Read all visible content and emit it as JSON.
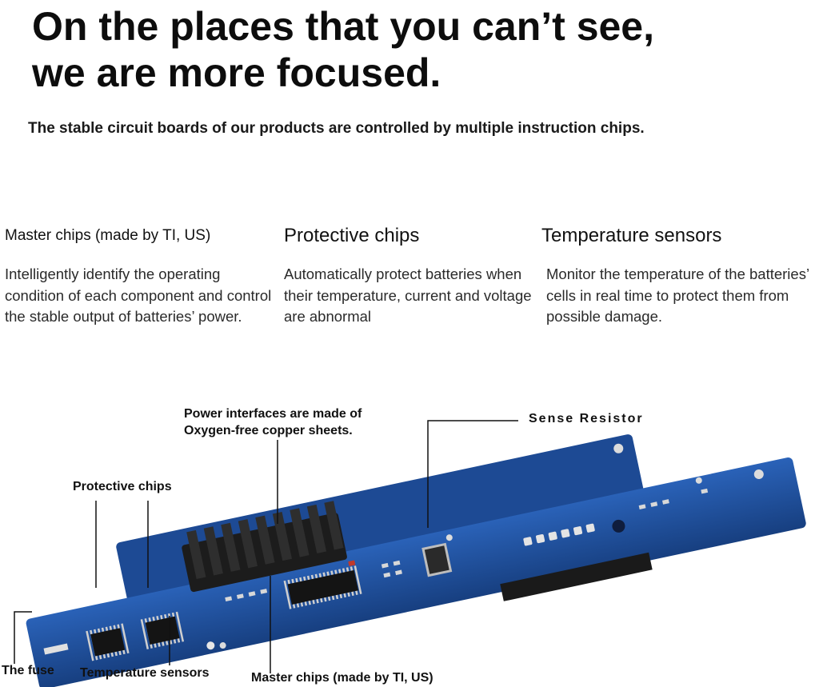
{
  "headline": {
    "line1": "On the places that you can’t see,",
    "line2": "we are more focused."
  },
  "subheadline": "The stable circuit boards of our products are controlled by multiple instruction chips.",
  "features": [
    {
      "title": "Master chips (made by TI, US)",
      "description": "Intelligently identify the operating condition of each component and control the stable output of batteries’ power."
    },
    {
      "title": "Protective chips",
      "description": "Automatically protect batteries when their temperature, current and voltage are abnormal"
    },
    {
      "title": "Temperature sensors",
      "description": "Monitor the temperature of the batteries’ cells in real time to protect them from possible damage."
    }
  ],
  "callouts": {
    "power_interfaces_line1": "Power interfaces are made of",
    "power_interfaces_line2": "Oxygen-free copper sheets.",
    "sense_resistor": "Sense Resistor",
    "protective_chips": "Protective chips",
    "the_fuse": "The fuse",
    "temperature_sensors": "Temperature sensors",
    "master_chips": "Master chips (made by TI, US)"
  },
  "colors": {
    "pcb_blue": "#1f4f9c",
    "pcb_dark": "#163a78",
    "chip_black": "#141414",
    "pin_silver": "#c9c9c9"
  }
}
